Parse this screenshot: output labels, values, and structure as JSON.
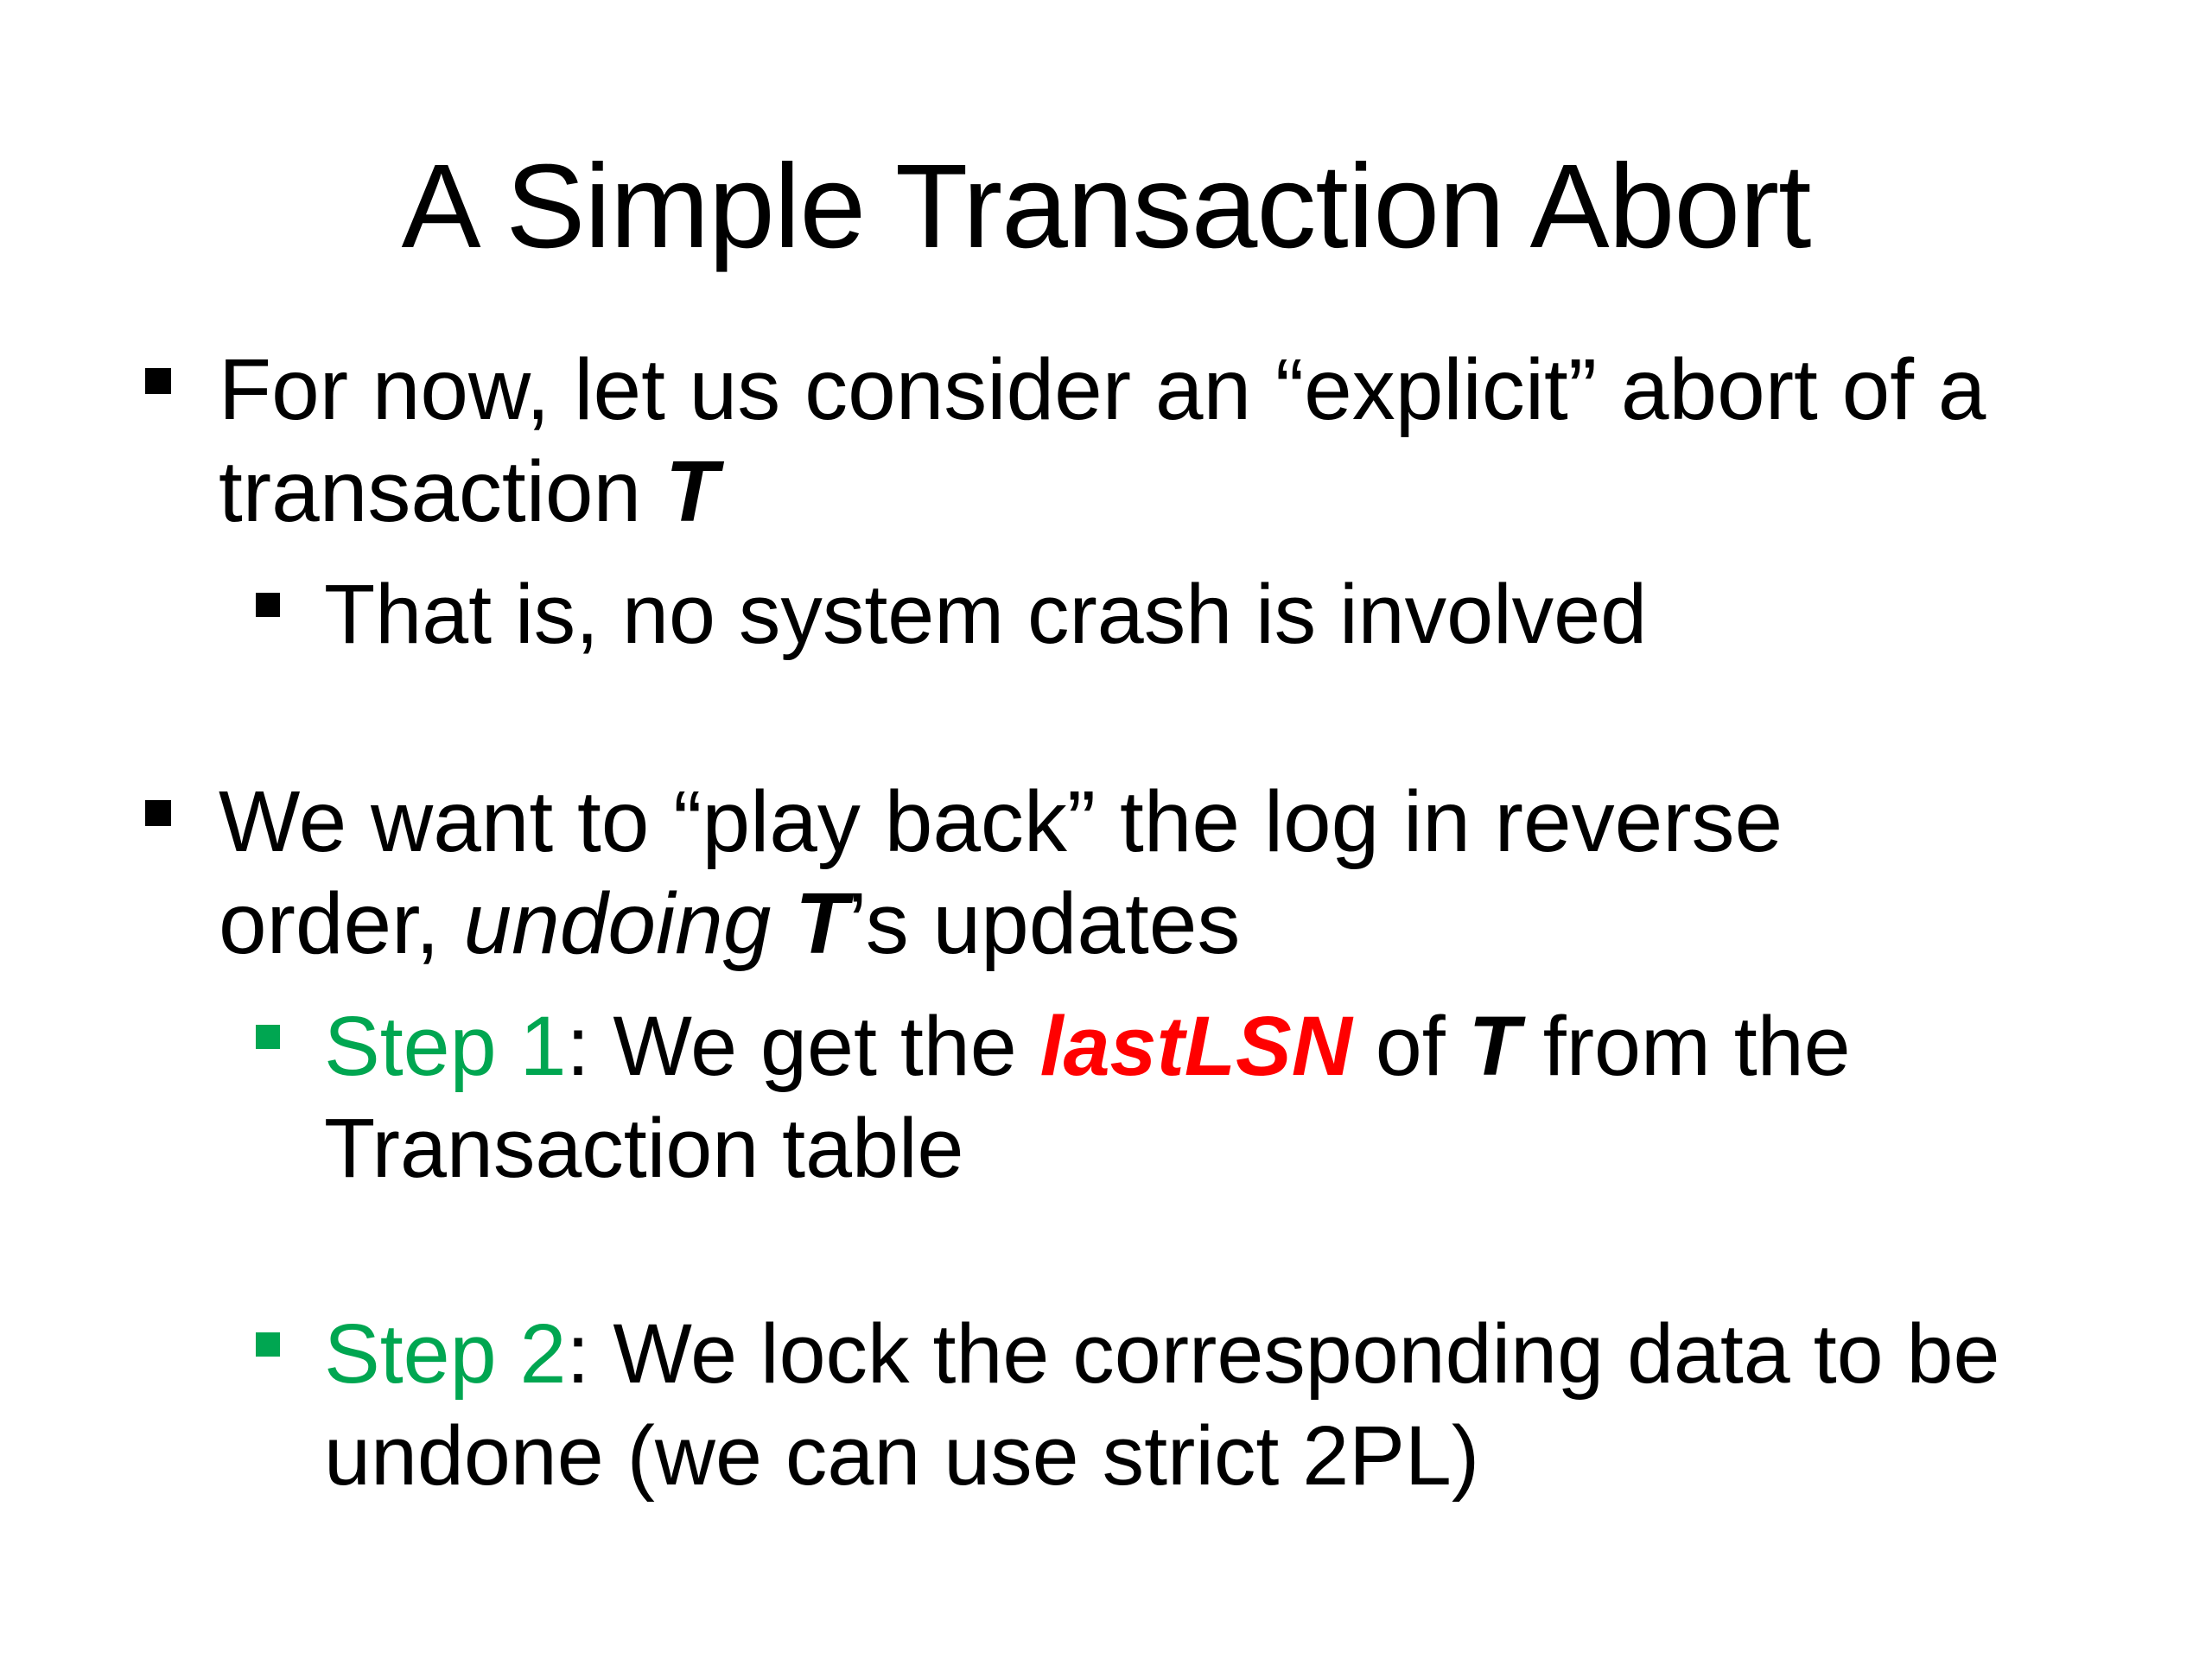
{
  "slide": {
    "title": "A Simple Transaction Abort",
    "background_color": "#FFFFFF",
    "text_color": "#000000",
    "accent_green": "#00A651",
    "accent_red": "#FF0000",
    "bullet_glyph": "square"
  },
  "bullets": {
    "b1": {
      "level": 1,
      "marker": "black-square",
      "runs": [
        {
          "text": "For now, let us consider an “explicit” abort of a transaction ",
          "style": "regular"
        },
        {
          "text": "T",
          "style": "bold-italic"
        }
      ],
      "plain": "For now, let us consider an “explicit” abort of a transaction T"
    },
    "b1s1": {
      "level": 2,
      "marker": "black-square",
      "runs": [
        {
          "text": "That is, no system crash is involved",
          "style": "regular"
        }
      ],
      "plain": "That is, no system crash is involved"
    },
    "b2": {
      "level": 1,
      "marker": "black-square",
      "runs": [
        {
          "text": "We want to “play back” the log in reverse order, ",
          "style": "regular"
        },
        {
          "text": "undoing ",
          "style": "italic"
        },
        {
          "text": "T",
          "style": "bold-italic"
        },
        {
          "text": "’s updates",
          "style": "regular"
        }
      ],
      "plain": "We want to “play back” the log in reverse order, undoing T’s updates"
    },
    "b2s1": {
      "level": 2,
      "marker": "green-square",
      "runs": [
        {
          "text": "Step 1",
          "style": "green"
        },
        {
          "text": ": We get the ",
          "style": "regular"
        },
        {
          "text": "lastLSN",
          "style": "red-bold-italic"
        },
        {
          "text": " of ",
          "style": "regular"
        },
        {
          "text": "T",
          "style": "bold-italic"
        },
        {
          "text": " from the Transaction table",
          "style": "regular"
        }
      ],
      "plain": "Step 1: We get the lastLSN of T from the Transaction table"
    },
    "b2s2": {
      "level": 2,
      "marker": "green-square",
      "runs": [
        {
          "text": "Step 2",
          "style": "green"
        },
        {
          "text": ": We lock the corresponding data to be undone (we can use strict 2PL)",
          "style": "regular"
        }
      ],
      "plain": "Step 2: We lock the corresponding data to be undone (we can use strict 2PL)"
    }
  },
  "text_fragments": {
    "b1_part1": "For now, let us consider an “explicit” abort of a transaction ",
    "b1_T": "T",
    "b1s1_text": "That is, no system crash is involved",
    "b2_part1": "We want to “play back” the log in reverse order, ",
    "b2_undoing": "undoing ",
    "b2_T": "T",
    "b2_part2": "’s updates",
    "b2s1_step": "Step 1",
    "b2s1_part1": ": We get the ",
    "b2s1_lastlsn": "lastLSN",
    "b2s1_part2": " of ",
    "b2s1_T": "T",
    "b2s1_part3": " from the Transaction table",
    "b2s2_step": "Step 2",
    "b2s2_part1": ": We lock the corresponding data to be undone (we can use strict 2PL)"
  }
}
